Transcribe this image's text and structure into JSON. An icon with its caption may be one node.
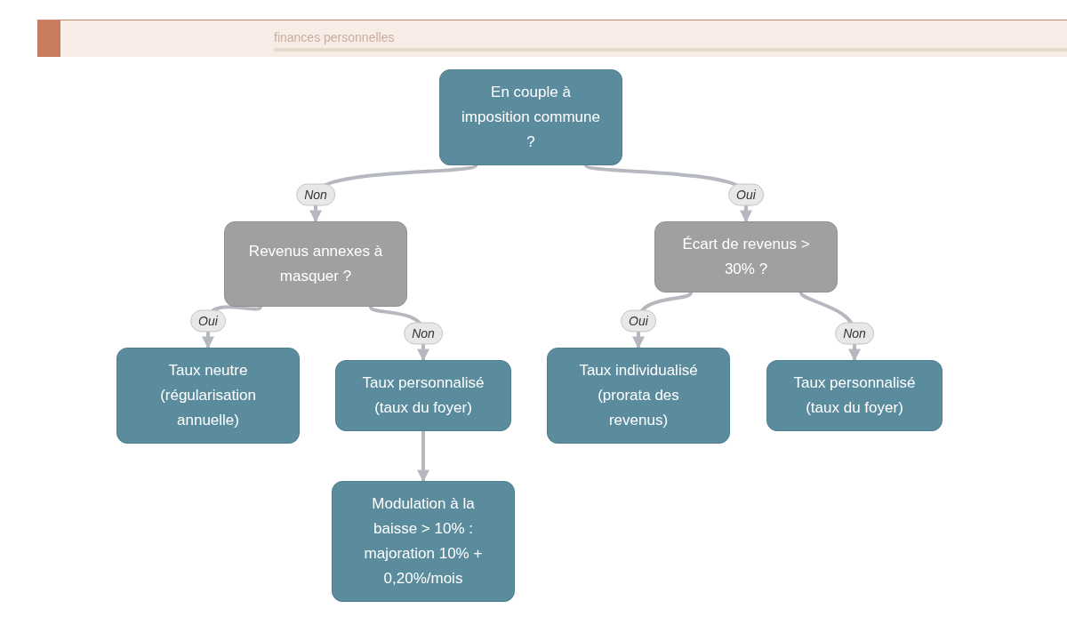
{
  "diagram": {
    "nodes": [
      {
        "text": [
          "En couple à imposition commune ?"
        ]
      },
      {
        "text": [
          "Revenus annexes à masquer ?"
        ]
      },
      {
        "text": [
          "Écart de revenus > 30% ?"
        ]
      },
      {
        "text": [
          "Taux neutre (régularisation annuelle)"
        ]
      },
      {
        "text": [
          "Taux personnalisé (taux du foyer)"
        ]
      },
      {
        "text": [
          "Taux individualisé (prorata des revenus)"
        ]
      },
      {
        "text": [
          "Taux personnalisé (taux du foyer)"
        ]
      },
      {
        "text": [
          "Modulation à la baisse > 10% : majoration 10% + 0,20%/mois"
        ]
      }
    ],
    "edges": [
      {
        "from": 0,
        "to": 1,
        "arrow": "to",
        "label": "Non"
      },
      {
        "from": 0,
        "to": 2,
        "arrow": "to",
        "label": "Oui"
      },
      {
        "from": 1,
        "to": 3,
        "arrow": "to",
        "label": "Oui"
      },
      {
        "from": 1,
        "to": 4,
        "arrow": "to",
        "label": "Non"
      },
      {
        "from": 2,
        "to": 5,
        "arrow": "to",
        "label": "Oui"
      },
      {
        "from": 2,
        "to": 6,
        "arrow": "to",
        "label": "Non"
      },
      {
        "from": 4,
        "to": 7,
        "arrow": "to"
      }
    ],
    "labels": [
      "finances personnelles"
    ]
  }
}
